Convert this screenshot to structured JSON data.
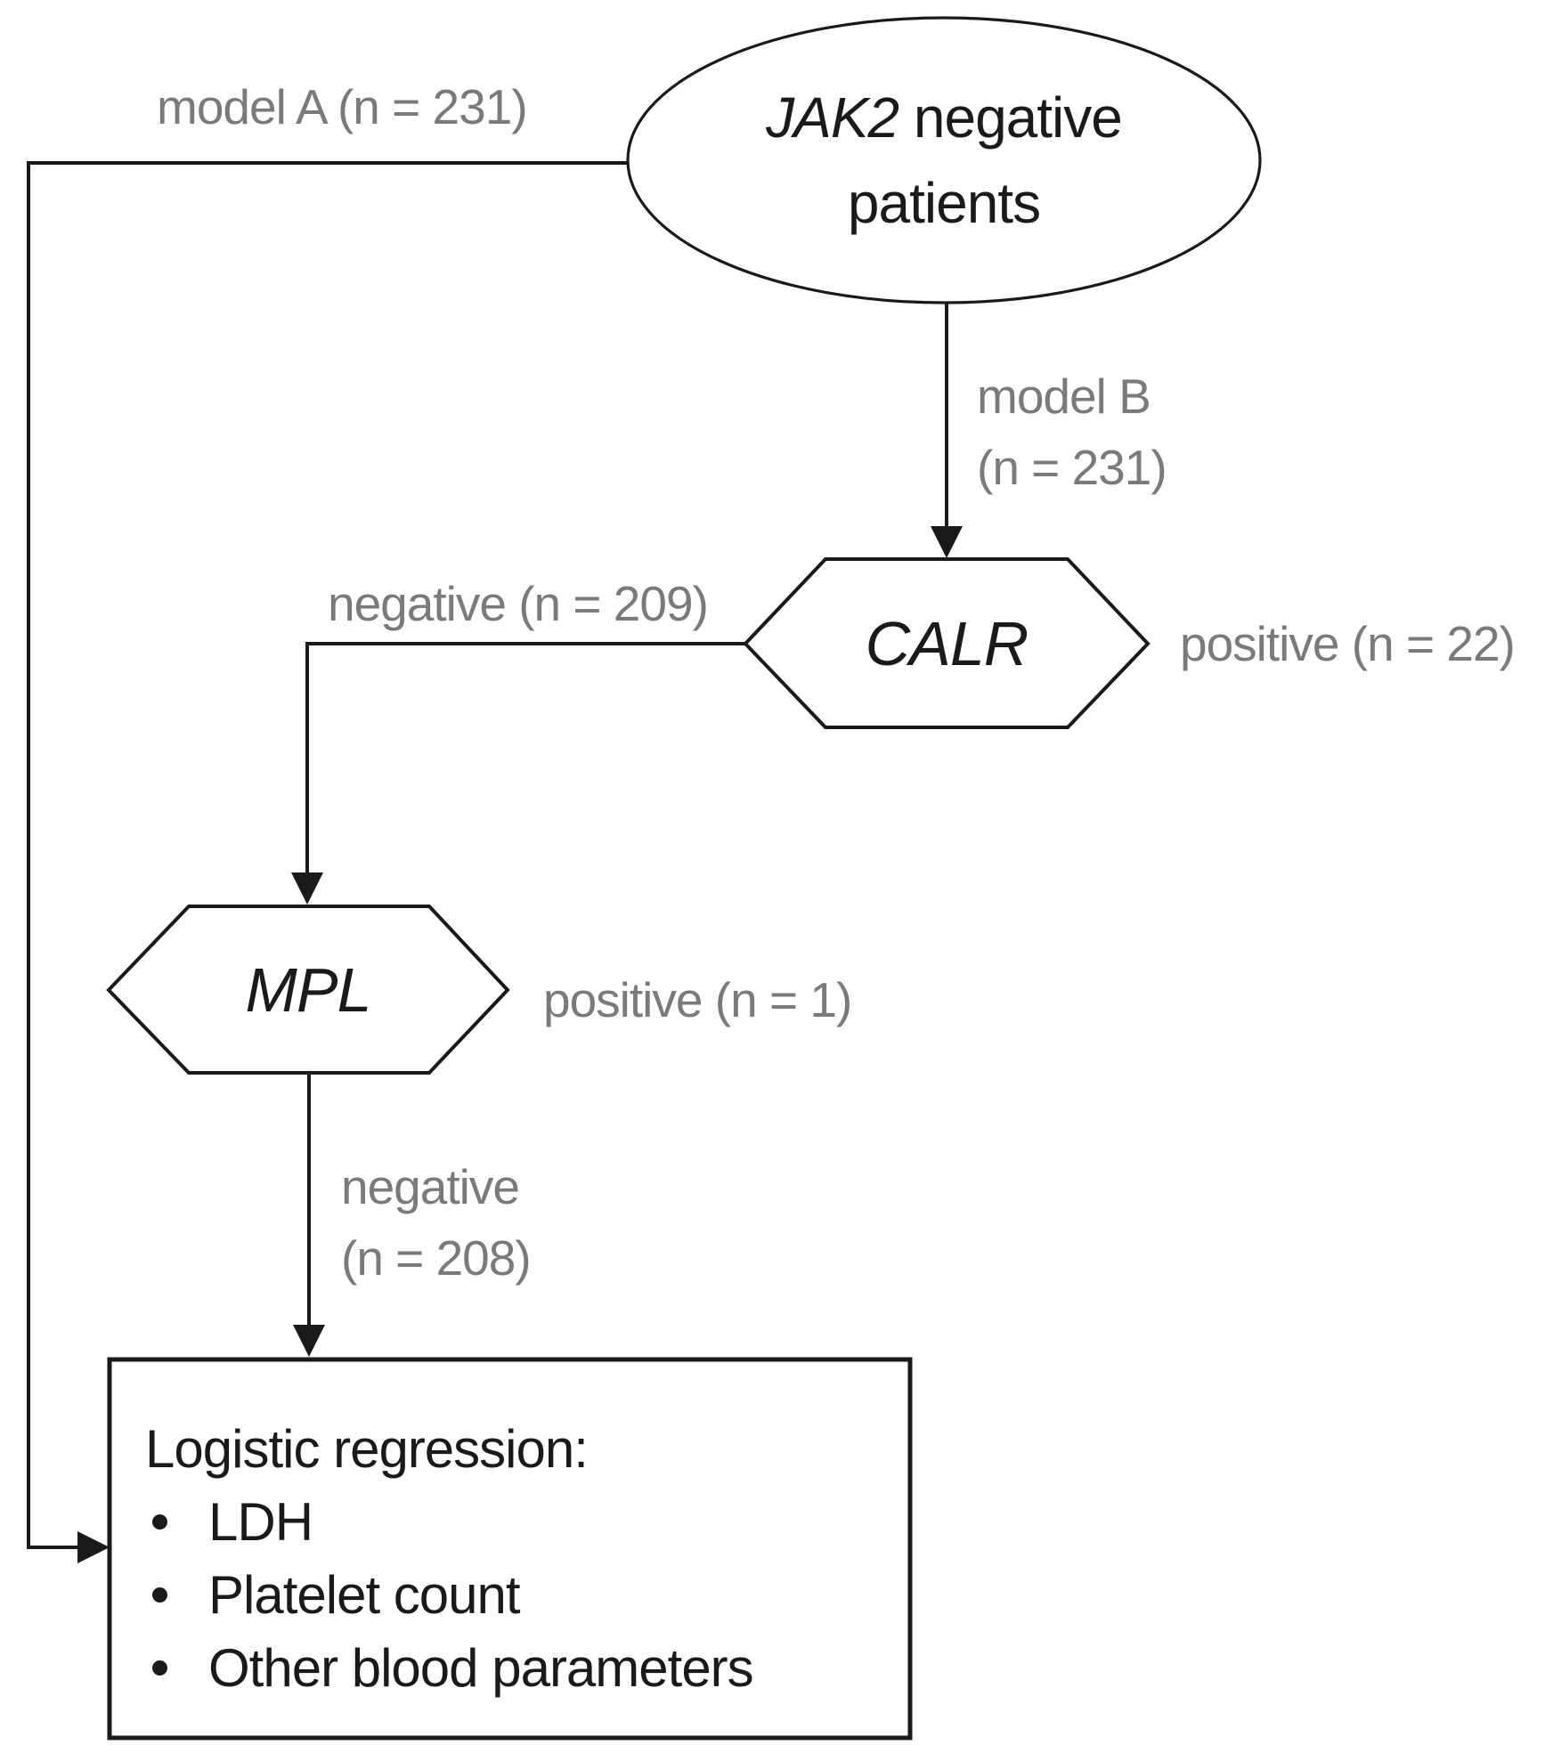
{
  "diagram": {
    "start_node": {
      "gene": "JAK2",
      "text_after_gene": "negative",
      "line2": "patients"
    },
    "decision_nodes": {
      "calr": "CALR",
      "mpl": "MPL"
    },
    "branch_labels": {
      "model_a": "model A (n = 231)",
      "model_b": [
        "model B",
        "(n = 231)"
      ],
      "calr_negative": "negative (n = 209)",
      "calr_positive": "positive (n = 22)",
      "mpl_positive": "positive (n = 1)",
      "mpl_negative": [
        "negative",
        "(n = 208)"
      ]
    },
    "end_node": {
      "title": "Logistic regression:",
      "bullets": [
        "LDH",
        "Platelet count",
        "Other blood parameters"
      ]
    },
    "colors": {
      "line": "#1a1a1a",
      "gray_label": "#7a7a7a",
      "node_fill": "#ffffff"
    }
  }
}
